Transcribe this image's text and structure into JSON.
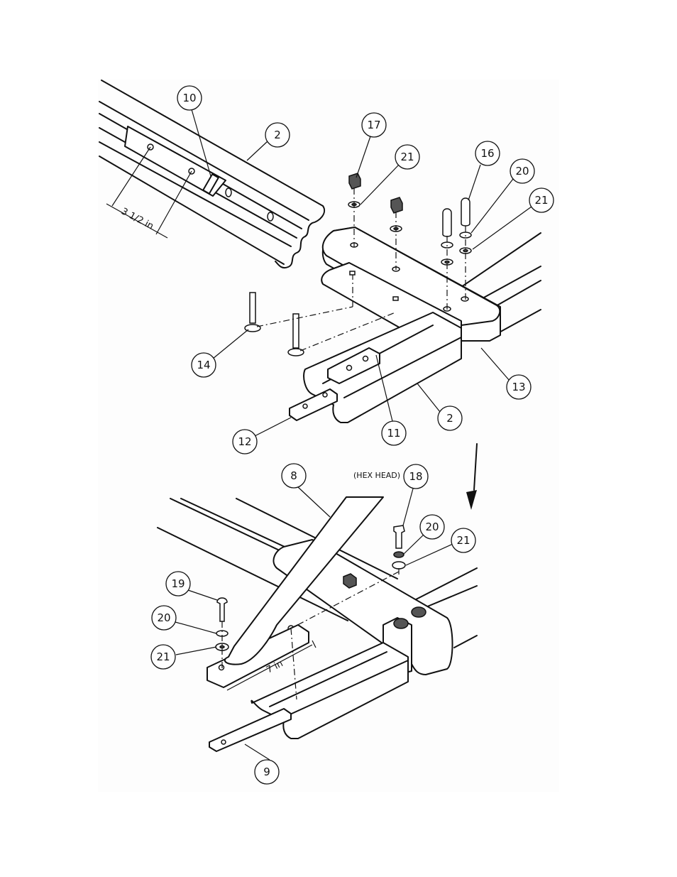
{
  "callouts": [
    {
      "id": "c10",
      "label": "10"
    },
    {
      "id": "c2a",
      "label": "2"
    },
    {
      "id": "c17",
      "label": "17"
    },
    {
      "id": "c21a",
      "label": "21"
    },
    {
      "id": "c16",
      "label": "16"
    },
    {
      "id": "c20a",
      "label": "20"
    },
    {
      "id": "c21b",
      "label": "21"
    },
    {
      "id": "c14",
      "label": "14"
    },
    {
      "id": "c13",
      "label": "13"
    },
    {
      "id": "c12",
      "label": "12"
    },
    {
      "id": "c11",
      "label": "11"
    },
    {
      "id": "c2b",
      "label": "2"
    },
    {
      "id": "c8",
      "label": "8"
    },
    {
      "id": "c18",
      "label": "18"
    },
    {
      "id": "c20b",
      "label": "20"
    },
    {
      "id": "c21c",
      "label": "21"
    },
    {
      "id": "c19",
      "label": "19"
    },
    {
      "id": "c20c",
      "label": "20"
    },
    {
      "id": "c21d",
      "label": "21"
    },
    {
      "id": "c9",
      "label": "9"
    }
  ],
  "dimensions": {
    "upper": "3 1/2 in",
    "lower": "7 in"
  },
  "notes": {
    "hex_head": "(HEX HEAD)"
  }
}
